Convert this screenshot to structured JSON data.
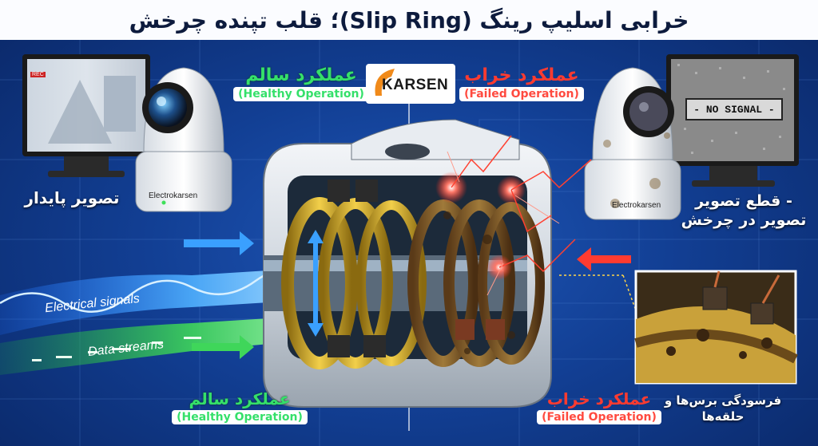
{
  "title": "خرابی اسلیپ رینگ (Slip Ring)؛ قلب تپنده چرخش",
  "logo": {
    "text": "KARSEN"
  },
  "top_left": {
    "label_fa": "عملکرد سالم",
    "label_en": "(Healthy Operation)"
  },
  "top_right": {
    "label_fa": "عملکرد خراب",
    "label_en": "(Failed Operation)"
  },
  "bottom_left": {
    "label_fa": "عملکرد سالم",
    "label_en": "(Healthy Operation)"
  },
  "bottom_right": {
    "label_fa": "عملکرد خراب",
    "label_en": "(Failed Operation)"
  },
  "left_monitor": {
    "caption": "تصویر پایدار",
    "rec_tag": "REC"
  },
  "right_monitor": {
    "screen_text": "- NO SIGNAL -",
    "caption_line1": "- قطع تصویر",
    "caption_line2": "تصویر در چرخش"
  },
  "camera_left": {
    "brand": "Electrokarsen"
  },
  "camera_right": {
    "brand": "Electrokarsen"
  },
  "streams": {
    "electrical": "Electrical signals",
    "data": "Data streams"
  },
  "inset": {
    "caption_line1": "فرسودگی برس‌ها و",
    "caption_line2": "حلقه‌ها"
  },
  "colors": {
    "healthy": "#35e06a",
    "failed": "#ff3b30",
    "background": "#123f94",
    "electrical_stream": "#3aa0ff",
    "data_stream": "#3fd65a"
  }
}
